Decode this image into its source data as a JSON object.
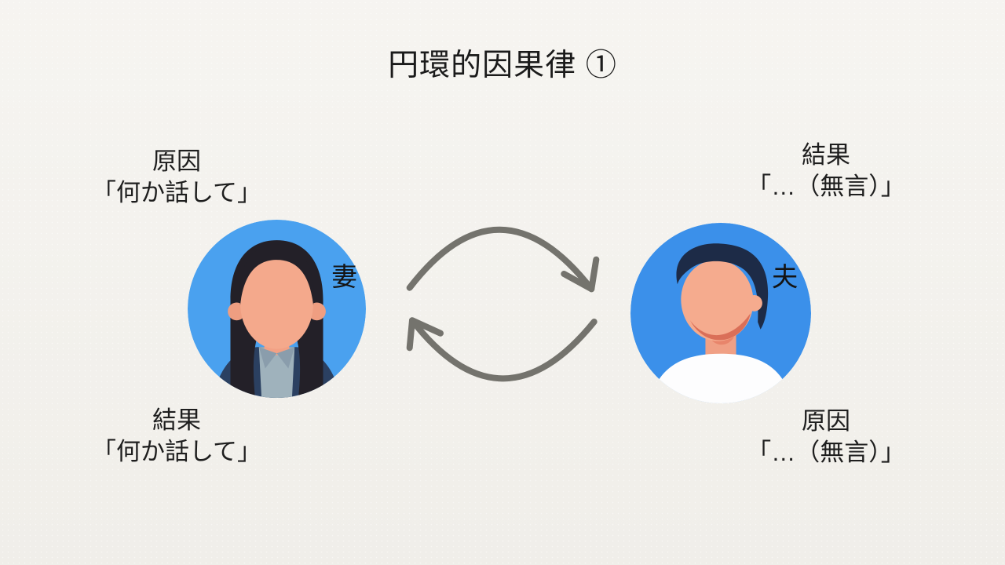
{
  "title": "円環的因果律 ①",
  "diagram": {
    "wife": {
      "name": "妻",
      "top_label": {
        "heading": "原因",
        "quote": "「何か話して」"
      },
      "bottom_label": {
        "heading": "結果",
        "quote": "「何か話して」"
      }
    },
    "husband": {
      "name": "夫",
      "top_label": {
        "heading": "結果",
        "quote": "「…（無言）」"
      },
      "bottom_label": {
        "heading": "原因",
        "quote": "「…（無言）」"
      }
    },
    "icons": {
      "cycle_arrows": "circular-cycle-arrows"
    },
    "colors": {
      "background": "#f3f1ec",
      "text": "#1c1c1c",
      "arrow": "#74736d",
      "wife_circle": "#4aa1ef",
      "husband_circle": "#3b90ea"
    }
  }
}
